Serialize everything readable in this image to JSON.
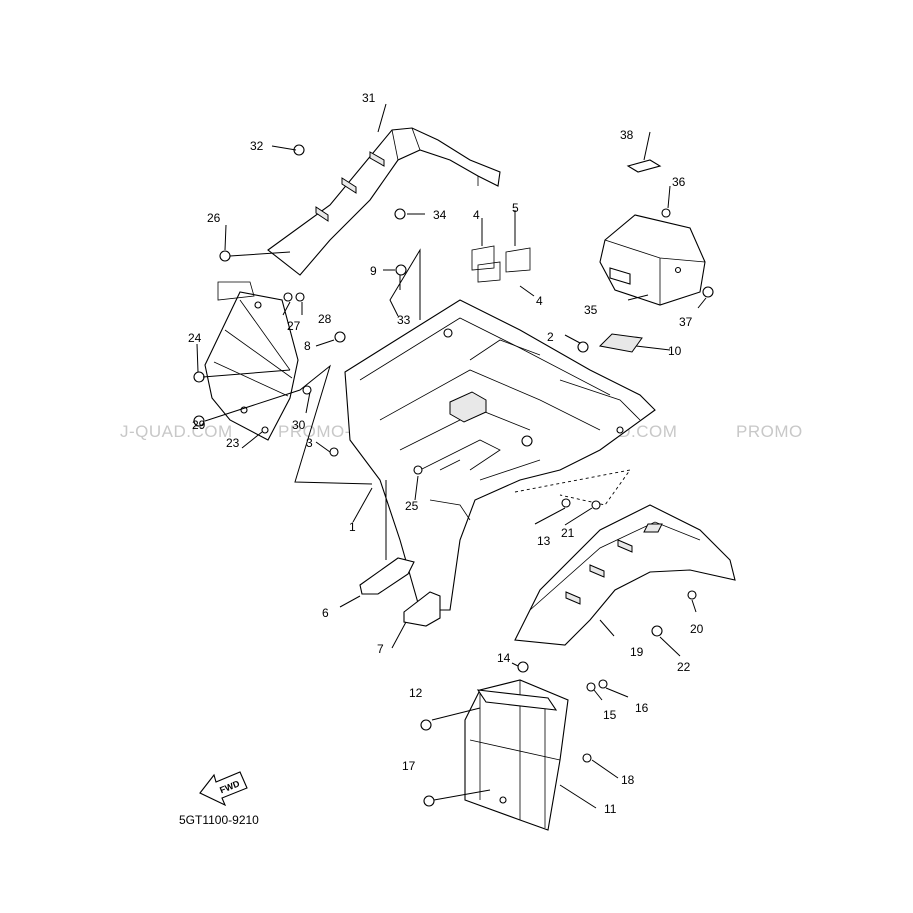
{
  "diagram": {
    "code": "5GT1100-9210",
    "watermark": [
      "J-QUAD.COM",
      "PROMO-QUAD.COM",
      "PROMO-QUAD.COM",
      "PROMO"
    ],
    "fwd_label": "FWD"
  },
  "callouts": [
    "1",
    "2",
    "3",
    "4",
    "4",
    "5",
    "6",
    "7",
    "8",
    "9",
    "10",
    "11",
    "12",
    "13",
    "14",
    "15",
    "16",
    "17",
    "18",
    "19",
    "20",
    "21",
    "22",
    "23",
    "24",
    "25",
    "26",
    "27",
    "28",
    "29",
    "30",
    "31",
    "32",
    "33",
    "34",
    "35",
    "36",
    "37",
    "38"
  ]
}
